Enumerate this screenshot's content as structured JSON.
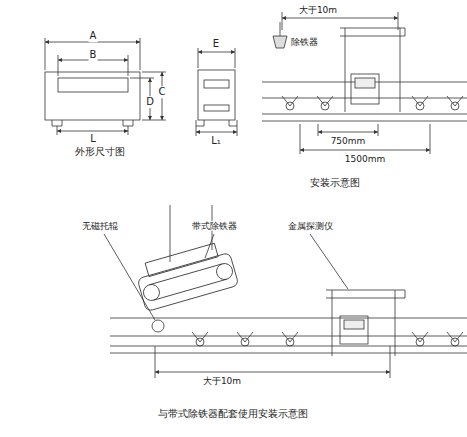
{
  "diagram": {
    "caption": "与带式除铁器配套使用安装示意图",
    "labels": [
      "A",
      "B",
      "C",
      "D",
      "L",
      "E",
      "L₁",
      "外形尺寸图",
      "大于10m",
      "除铁器",
      "750mm",
      "1500mm",
      "安装示意图",
      "无磁托辊",
      "带式除铁器",
      "金属探测仪",
      "大于10m"
    ]
  }
}
